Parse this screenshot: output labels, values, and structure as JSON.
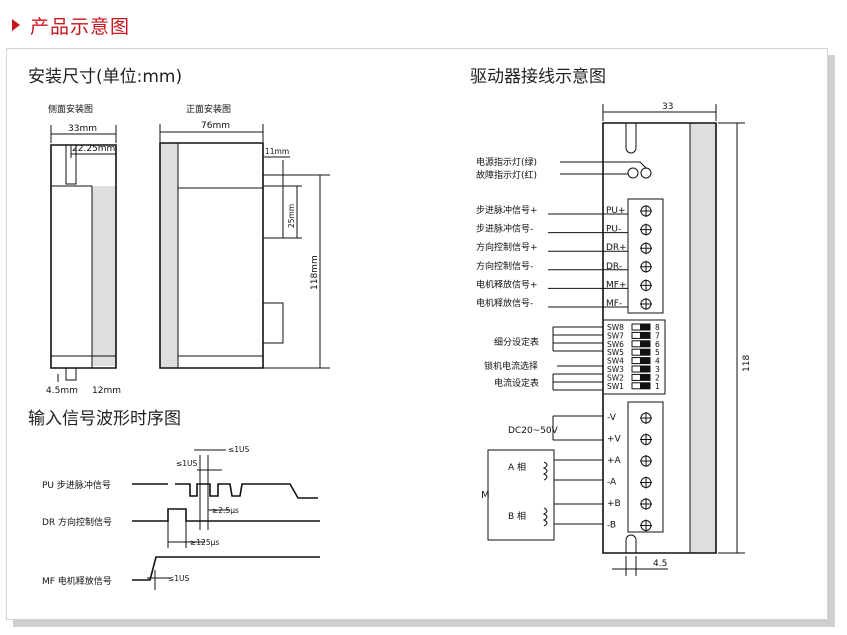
{
  "header": {
    "title": "产品示意图"
  },
  "colors": {
    "accent": "#c8161d",
    "shadow": "#cfcfcf"
  },
  "install": {
    "title": "安装尺寸(单位:mm)",
    "side_label": "侧面安装图",
    "front_label": "正面安装图",
    "dim_width_side": "33mm",
    "dim_inner_side": "22.25mm",
    "dim_width_front": "76mm",
    "dim_small": "11mm",
    "dim_mid": "25mm",
    "dim_height": "118mm",
    "dim_hole": "4.5mm",
    "dim_base": "12mm"
  },
  "timing": {
    "title": "输入信号波形时序图",
    "pu_label": "PU 步进脉冲信号",
    "dr_label": "DR 方向控制信号",
    "mf_label": "MF 电机释放信号",
    "t1": "≤1US",
    "t2": "≤1US",
    "t3": "≥2.5μs",
    "t4": "≥125μs",
    "t5": "≤1US"
  },
  "wiring": {
    "title": "驱动器接线示意图",
    "dim_top": "33",
    "dim_side": "118",
    "dim_bottom": "4.5",
    "power_led": "电源指示灯(绿)",
    "fault_led": "故障指示灯(红)",
    "signals": [
      {
        "label": "步进脉冲信号+",
        "pin": "PU+"
      },
      {
        "label": "步进脉冲信号-",
        "pin": "PU-"
      },
      {
        "label": "方向控制信号+",
        "pin": "DR+"
      },
      {
        "label": "方向控制信号-",
        "pin": "DR-"
      },
      {
        "label": "电机释放信号+",
        "pin": "MF+"
      },
      {
        "label": "电机释放信号-",
        "pin": "MF-"
      }
    ],
    "dip_labels": [
      "SW8",
      "SW7",
      "SW6",
      "SW5",
      "SW4",
      "SW3",
      "SW2",
      "SW1"
    ],
    "dip_nums": [
      "8",
      "7",
      "6",
      "5",
      "4",
      "3",
      "2",
      "1"
    ],
    "subdiv": "细分设定表",
    "lock": "锁机电流选择",
    "current": "电流设定表",
    "power_pins": [
      "-V",
      "+V",
      "+A",
      "-A",
      "+B",
      "-B"
    ],
    "dc": "DC20~50V",
    "phase_a": "A 相",
    "phase_b": "B 相",
    "motor": "M"
  }
}
